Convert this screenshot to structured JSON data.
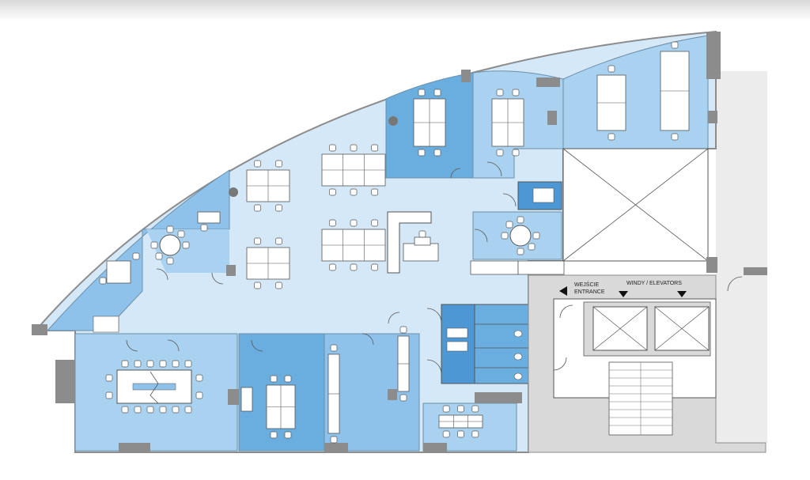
{
  "labels": {
    "entrance_pl": "WEJŚCIE",
    "entrance_en": "ENTRANCE",
    "elevators": "WINDY / ELEVATORS"
  },
  "colors": {
    "page_bg": "#ffffff",
    "top_shadow": "#e4e4e4",
    "zone_light": "#d4e8f8",
    "zone_mid": "#a9d2f0",
    "zone_medium": "#8ec2ea",
    "zone_dark": "#6aaee0",
    "zone_deep": "#4d98d4",
    "core_grey": "#d9d9d9",
    "wall": "#8c8c8c",
    "furniture": "#ffffff",
    "line": "#555555"
  },
  "icons": [
    "entrance-arrow-icon",
    "elevator-arrow-icon",
    "elevator-shaft-icon",
    "stair-icon",
    "door-swing-icon",
    "column-icon"
  ]
}
